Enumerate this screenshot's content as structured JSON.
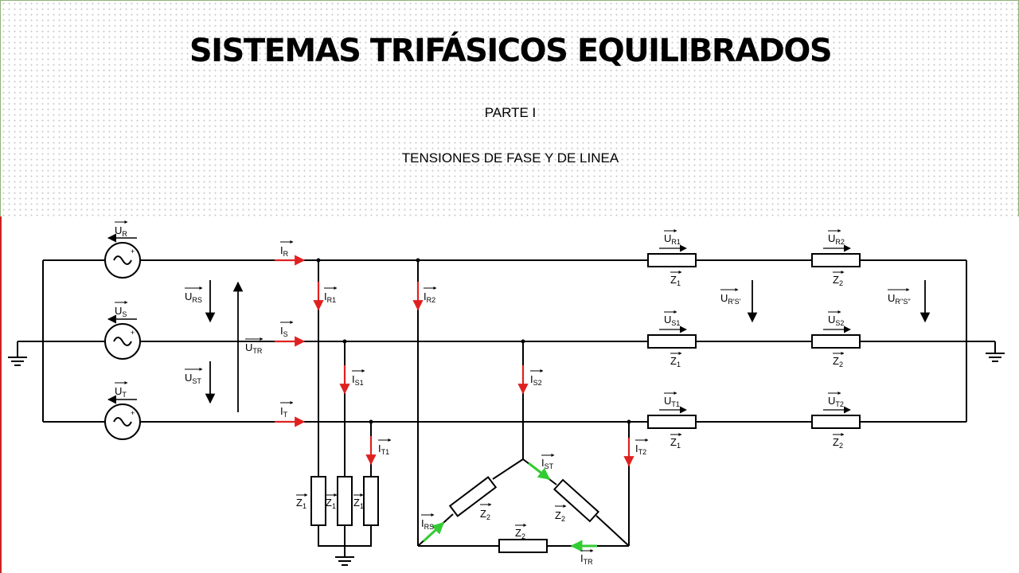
{
  "header": {
    "title": "SISTEMAS TRIFÁSICOS EQUILIBRADOS",
    "subtitle": "PARTE I",
    "description": "TENSIONES DE FASE Y DE LINEA"
  },
  "diagram": {
    "sources": [
      {
        "main": "U",
        "sub": "R"
      },
      {
        "main": "U",
        "sub": "S"
      },
      {
        "main": "U",
        "sub": "T"
      }
    ],
    "line_voltages": {
      "u_rs": {
        "main": "U",
        "sub": "RS"
      },
      "u_st": {
        "main": "U",
        "sub": "ST"
      },
      "u_tr": {
        "main": "U",
        "sub": "TR"
      },
      "u_rs_prime": {
        "main": "U",
        "sub": "R'S'"
      },
      "u_rs_dprime": {
        "main": "U",
        "sub": "R''S''"
      }
    },
    "line_currents": [
      {
        "main": "I",
        "sub": "R"
      },
      {
        "main": "I",
        "sub": "S"
      },
      {
        "main": "I",
        "sub": "T"
      }
    ],
    "star_currents": [
      {
        "main": "I",
        "sub": "R1"
      },
      {
        "main": "I",
        "sub": "S1"
      },
      {
        "main": "I",
        "sub": "T1"
      }
    ],
    "delta_line_currents": [
      {
        "main": "I",
        "sub": "R2"
      },
      {
        "main": "I",
        "sub": "S2"
      },
      {
        "main": "I",
        "sub": "T2"
      }
    ],
    "delta_phase_currents": [
      {
        "main": "I",
        "sub": "RS"
      },
      {
        "main": "I",
        "sub": "ST"
      },
      {
        "main": "I",
        "sub": "TR"
      }
    ],
    "impedances": {
      "z1": {
        "main": "Z",
        "sub": "1"
      },
      "z2": {
        "main": "Z",
        "sub": "2"
      }
    },
    "series_voltages_1": [
      {
        "main": "U",
        "sub": "R1"
      },
      {
        "main": "U",
        "sub": "S1"
      },
      {
        "main": "U",
        "sub": "T1"
      }
    ],
    "series_voltages_2": [
      {
        "main": "U",
        "sub": "R2"
      },
      {
        "main": "U",
        "sub": "S2"
      },
      {
        "main": "U",
        "sub": "T2"
      }
    ],
    "colors": {
      "wire": "#000000",
      "current_arrow": "#e02020",
      "phase_current_arrow": "#33cc33"
    }
  }
}
